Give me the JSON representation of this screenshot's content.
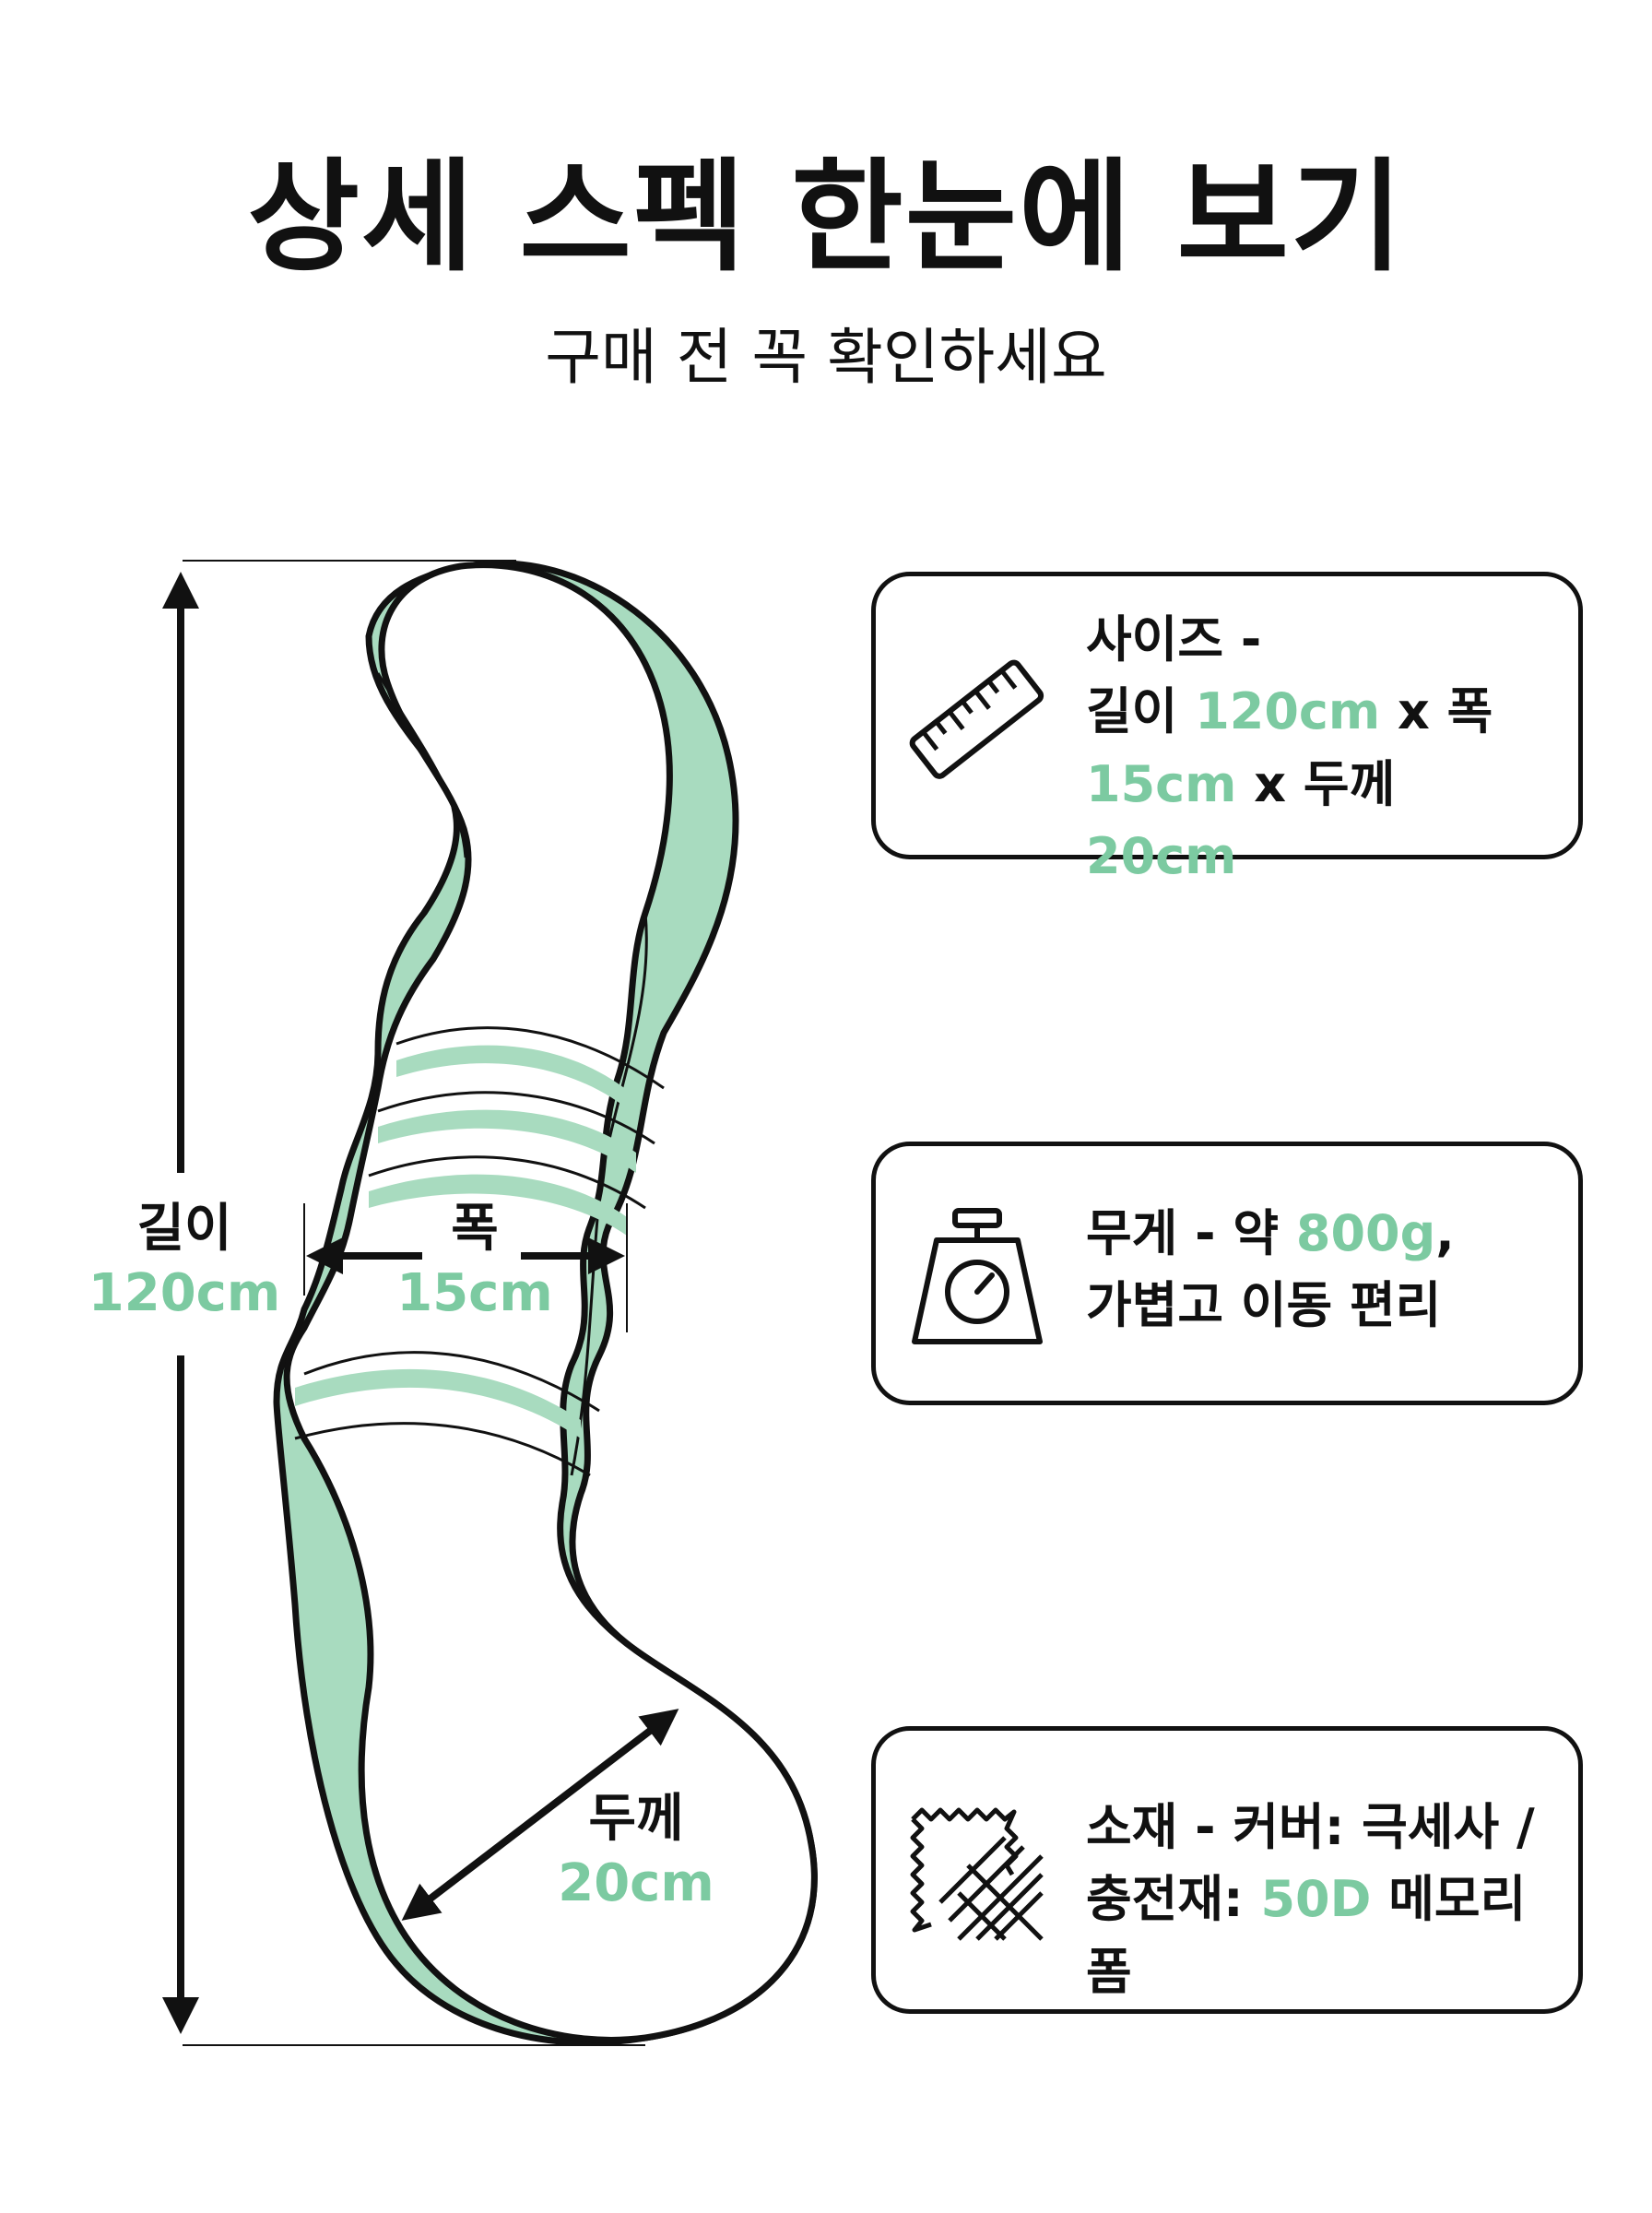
{
  "header": {
    "title": "상세 스펙 한눈에 보기",
    "subtitle": "구매 전 꼭 확인하세요"
  },
  "diagram": {
    "length": {
      "label": "길이",
      "value": "120cm"
    },
    "width": {
      "label": "폭",
      "value": "15cm"
    },
    "thickness": {
      "label": "두께",
      "value": "20cm"
    }
  },
  "specs": {
    "size": {
      "icon": "ruler-icon",
      "title": "사이즈 -",
      "length_label": "길이",
      "length_value": "120cm",
      "x1": "x",
      "width_label": "폭",
      "width_value": "15cm",
      "x2": "x",
      "thickness_label": "두께",
      "thickness_value": "20cm"
    },
    "weight": {
      "icon": "scale-icon",
      "label": "무게 - 약",
      "value": "800g",
      "suffix": ",",
      "note": "가볍고 이동 편리"
    },
    "material": {
      "icon": "fabric-icon",
      "cover_label": "소재 - 커버: 극세사 /",
      "filling_label": "충전재:",
      "filling_value": "50D",
      "filling_name": "메모리폼"
    }
  },
  "colors": {
    "accent": "#7ccaa1",
    "accent_fill": "#a8dbbf",
    "ink": "#111111"
  }
}
